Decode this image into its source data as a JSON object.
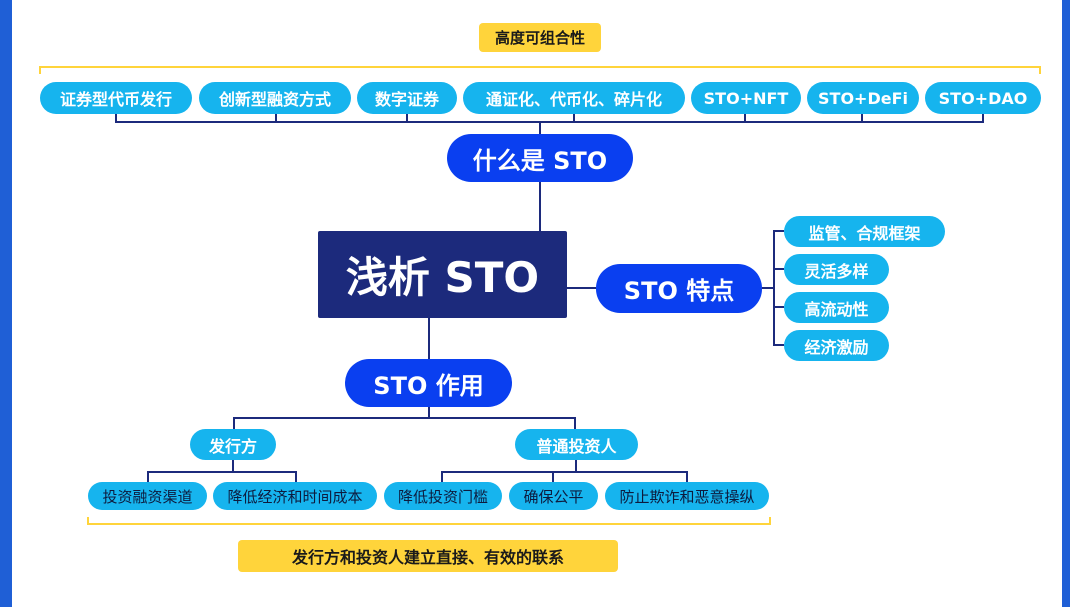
{
  "center": "浅析 STO",
  "top_note": "高度可组合性",
  "bottom_note": "发行方和投资人建立直接、有效的联系",
  "what_is": {
    "label": "什么是 STO",
    "items": [
      "证券型代币发行",
      "创新型融资方式",
      "数字证券",
      "通证化、代币化、碎片化",
      "STO+NFT",
      "STO+DeFi",
      "STO+DAO"
    ]
  },
  "features": {
    "label": "STO 特点",
    "items": [
      "监管、合规框架",
      "灵活多样",
      "高流动性",
      "经济激励"
    ]
  },
  "roles": {
    "label": "STO 作用",
    "issuer": {
      "label": "发行方",
      "items": [
        "投资融资渠道",
        "降低经济和时间成本"
      ]
    },
    "investor": {
      "label": "普通投资人",
      "items": [
        "降低投资门槛",
        "确保公平",
        "防止欺诈和恶意操纵"
      ]
    }
  },
  "colors": {
    "edge": "#1f5fd6",
    "center_bg": "#1c2a7c",
    "main_node": "#0a3ff0",
    "leaf_node": "#16b4ee",
    "note_bg": "#ffd43b",
    "connector": "#1c2a7c"
  }
}
